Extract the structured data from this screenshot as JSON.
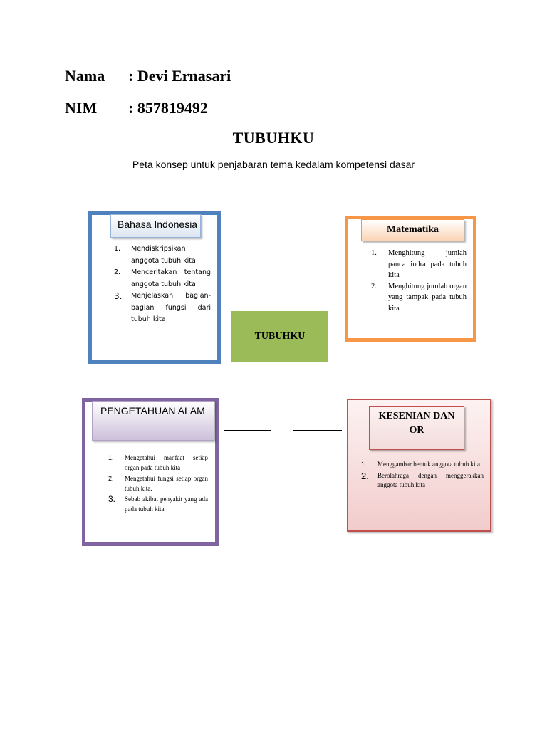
{
  "header": {
    "nama_label": "Nama",
    "nama_value": ": Devi Ernasari",
    "nim_label": "NIM",
    "nim_value": ": 857819492"
  },
  "title": "TUBUHKU",
  "subtitle": "Peta konsep untuk penjabaran tema kedalam kompetensi dasar",
  "center": "TUBUHKU",
  "bahasa_indonesia": {
    "heading": "Bahasa Indonesia",
    "items": [
      {
        "num": "1.",
        "text": "Mendiskripsikan anggota tubuh kita"
      },
      {
        "num": "2.",
        "text": "Menceritakan tentang anggota tubuh kita"
      },
      {
        "num": "3.",
        "text": "Menjelaskan bagian-bagian fungsi dari tubuh kita"
      }
    ]
  },
  "matematika": {
    "heading": "Matematika",
    "items": [
      {
        "num": "1.",
        "text": "Menghitung jumlah panca indra pada tubuh kita"
      },
      {
        "num": "2.",
        "text": "Menghitung jumlah organ yang tampak pada tubuh kita"
      }
    ]
  },
  "pengetahuan_alam": {
    "heading": "PENGETAHUAN ALAM",
    "items": [
      {
        "num": "1.",
        "text": "Mengetahui manfaat setiap organ pada tubuh kita"
      },
      {
        "num": "2.",
        "text": "Mengetahui fungsi setiap organ tubuh kita."
      },
      {
        "num": "3.",
        "text": "Sebab akibat penyakit yang ada pada tubuh kita"
      }
    ]
  },
  "kesenian": {
    "heading_line1": "KESENIAN DAN",
    "heading_line2": "OR",
    "items": [
      {
        "num": "1.",
        "text": "Menggambar bentuk anggota tubuh kita"
      },
      {
        "num": "2.",
        "text": "Berolahraga dengan menggerakkan anggota tubuh kita"
      }
    ]
  },
  "colors": {
    "bahasa_border": "#4f81bd",
    "matematika_border": "#f79646",
    "pengetahuan_border": "#8064a2",
    "kesenian_border": "#c0504d",
    "center_fill": "#9bbb59"
  }
}
